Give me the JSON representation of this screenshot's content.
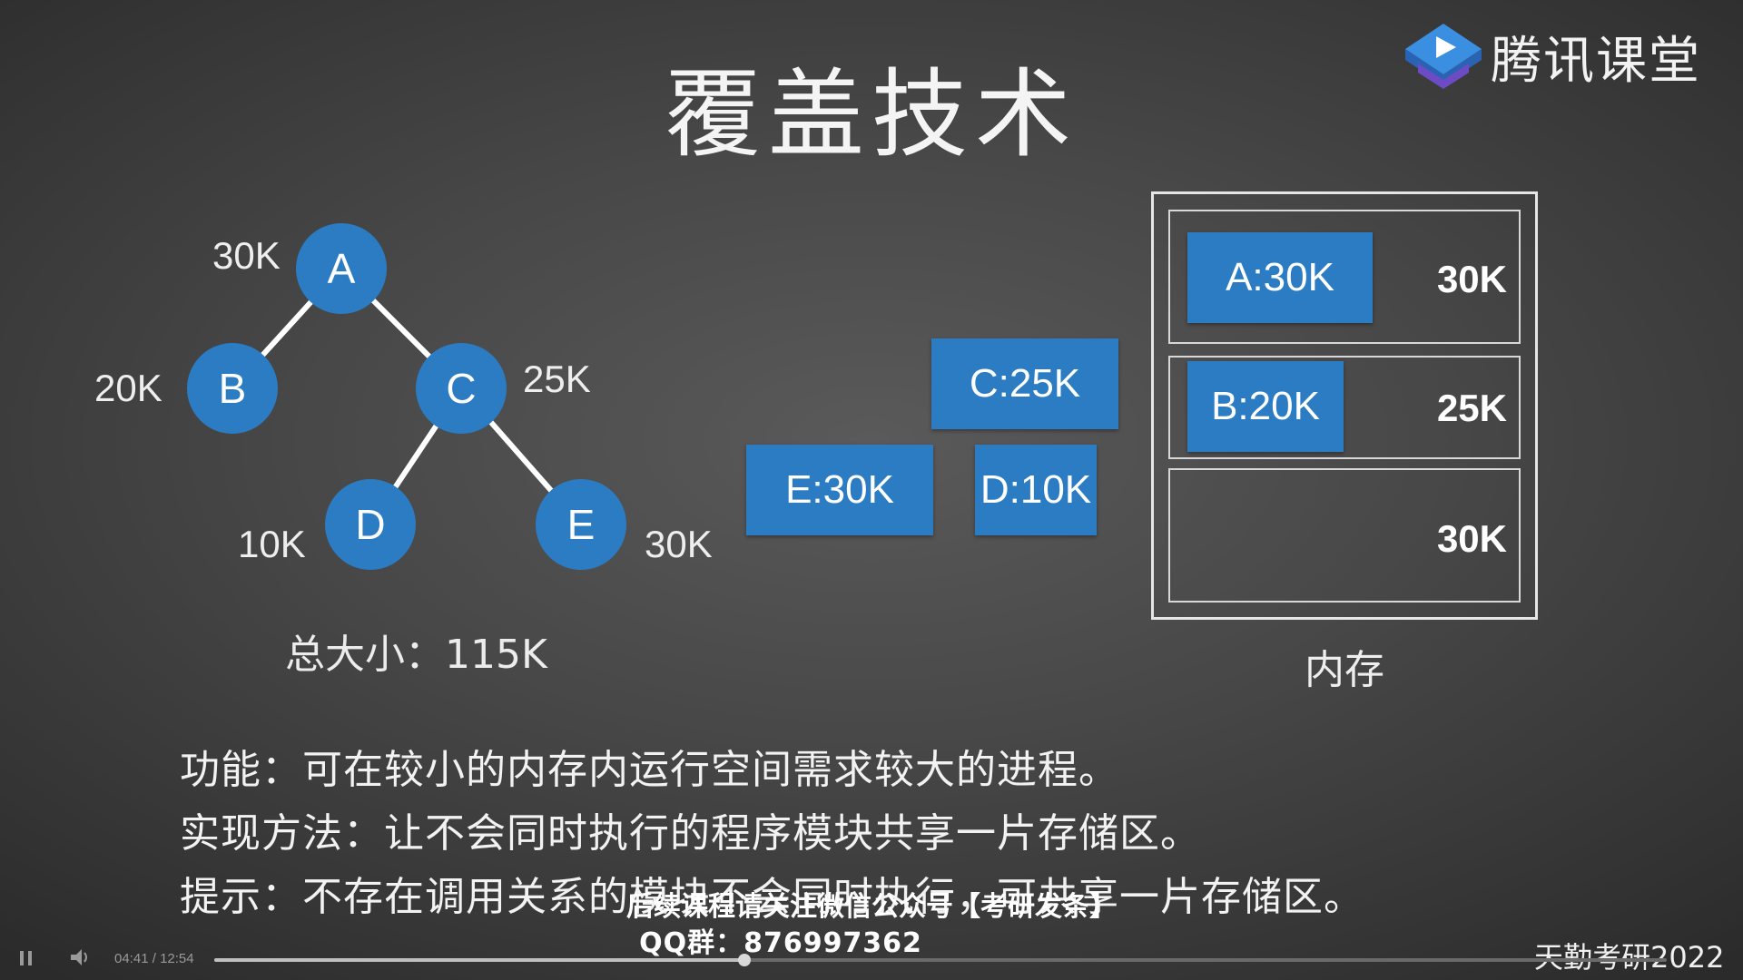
{
  "slide": {
    "title": "覆盖技术",
    "brand": "腾讯课堂",
    "tree": {
      "nodes": [
        {
          "id": "A",
          "size": "30K"
        },
        {
          "id": "B",
          "size": "20K"
        },
        {
          "id": "C",
          "size": "25K"
        },
        {
          "id": "D",
          "size": "10K"
        },
        {
          "id": "E",
          "size": "30K"
        }
      ],
      "total": "总大小：115K"
    },
    "modules": {
      "c": "C:25K",
      "e": "E:30K",
      "d": "D:10K"
    },
    "memory": {
      "label": "内存",
      "slots": [
        {
          "module": "A:30K",
          "size": "30K"
        },
        {
          "module": "B:20K",
          "size": "25K"
        },
        {
          "module": "",
          "size": "30K"
        }
      ]
    },
    "description": [
      "功能：可在较小的内存内运行空间需求较大的进程。",
      "实现方法：让不会同时执行的程序模块共享一片存储区。",
      "提示：不存在调用关系的模块不会同时执行，可共享一片存储区。"
    ]
  },
  "overlay": {
    "subtitle_line1": "后续课程请关注微信公众号【考研发条】",
    "subtitle_line2": "QQ群：876997362",
    "watermark": "天勤考研2022"
  },
  "player": {
    "current_time": "04:41",
    "separator": "/",
    "duration": "12:54",
    "progress": 0.365,
    "play_icon": "pause-icon",
    "volume_icon": "volume-icon"
  },
  "colors": {
    "node_blue": "#2b7cc3",
    "background": "#474747"
  }
}
